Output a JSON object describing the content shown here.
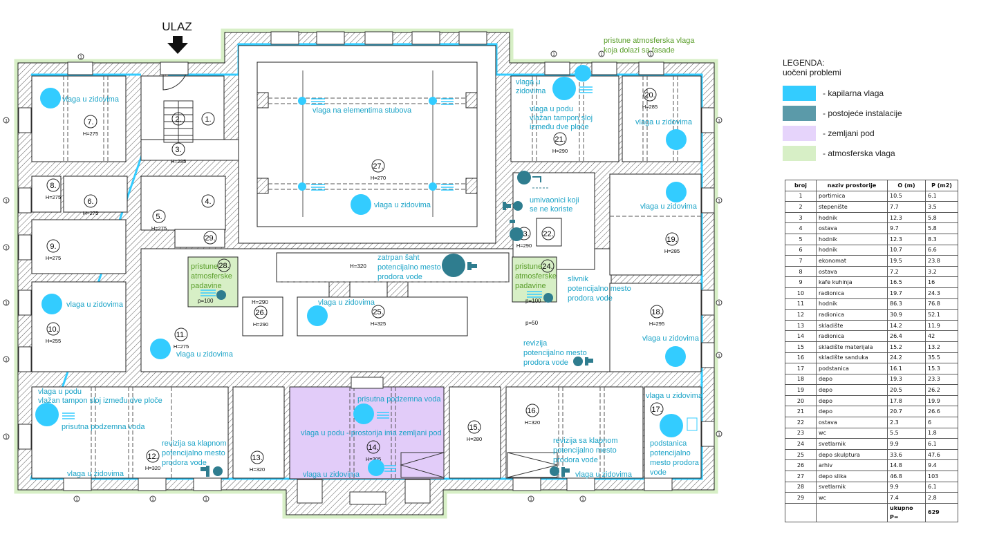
{
  "entrance_label": "ULAZ",
  "legend": {
    "title": "LEGENDA:",
    "subtitle": "uočeni problemi",
    "items": [
      {
        "label": "- kapilarna vlaga",
        "color": "#33ccff"
      },
      {
        "label": "- postojeće instalacije",
        "color": "#5b9aa9"
      },
      {
        "label": "- zemljani pod",
        "color": "#e6d4fb"
      },
      {
        "label": "- atmosferska vlaga",
        "color": "#d7efc6"
      }
    ]
  },
  "colors": {
    "capillary": "#33ccff",
    "installations": "#2f7d8f",
    "earth_floor": "#e2ccf9",
    "atmospheric": "#d7efc6",
    "annotation_blue": "#1aa3c7",
    "annotation_green": "#5a9e2a",
    "wall": "#222222"
  },
  "table": {
    "headers": [
      "broj",
      "naziv prostorije",
      "O (m)",
      "P (m2)"
    ],
    "rows": [
      [
        "1",
        "portirnica",
        "10.5",
        "6.1"
      ],
      [
        "2",
        "stepenište",
        "7.7",
        "3.5"
      ],
      [
        "3",
        "hodnik",
        "12.3",
        "5.8"
      ],
      [
        "4",
        "ostava",
        "9.7",
        "5.8"
      ],
      [
        "5",
        "hodnik",
        "12.3",
        "8.3"
      ],
      [
        "6",
        "hodnik",
        "10.7",
        "6.6"
      ],
      [
        "7",
        "ekonomat",
        "19.5",
        "23.8"
      ],
      [
        "8",
        "ostava",
        "7.2",
        "3.2"
      ],
      [
        "9",
        "kafe kuhinja",
        "16.5",
        "16"
      ],
      [
        "10",
        "radionica",
        "19.7",
        "24.3"
      ],
      [
        "11",
        "hodnik",
        "86.3",
        "76.8"
      ],
      [
        "12",
        "radionica",
        "30.9",
        "52.1"
      ],
      [
        "13",
        "skladište",
        "14.2",
        "11.9"
      ],
      [
        "14",
        "radionica",
        "26.4",
        "42"
      ],
      [
        "15",
        "skladište materijala",
        "15.2",
        "13.2"
      ],
      [
        "16",
        "skladište sanduka",
        "24.2",
        "35.5"
      ],
      [
        "17",
        "podstanica",
        "16.1",
        "15.3"
      ],
      [
        "18",
        "depo",
        "19.3",
        "23.3"
      ],
      [
        "19",
        "depo",
        "20.5",
        "26.2"
      ],
      [
        "20",
        "depo",
        "17.8",
        "19.9"
      ],
      [
        "21",
        "depo",
        "20.7",
        "26.6"
      ],
      [
        "22",
        "ostava",
        "2.3",
        "6"
      ],
      [
        "23",
        "wc",
        "5.5",
        "1.8"
      ],
      [
        "24",
        "svetlarnik",
        "9.9",
        "6.1"
      ],
      [
        "25",
        "depo skulptura",
        "33.6",
        "47.6"
      ],
      [
        "26",
        "arhiv",
        "14.8",
        "9.4"
      ],
      [
        "27",
        "depo slika",
        "46.8",
        "103"
      ],
      [
        "28",
        "svetlarnik",
        "9.9",
        "6.1"
      ],
      [
        "29",
        "wc",
        "7.4",
        "2.8"
      ]
    ],
    "total_label": "ukupno P=",
    "total_value": "629"
  },
  "rooms": [
    {
      "num": "1.",
      "h": ""
    },
    {
      "num": "2.",
      "h": ""
    },
    {
      "num": "3.",
      "h": "H=285"
    },
    {
      "num": "4.",
      "h": ""
    },
    {
      "num": "5.",
      "h": "H=275"
    },
    {
      "num": "6.",
      "h": "H=275"
    },
    {
      "num": "7.",
      "h": "H=275"
    },
    {
      "num": "8.",
      "h": "H=275"
    },
    {
      "num": "9.",
      "h": "H=275"
    },
    {
      "num": "10.",
      "h": "H=255"
    },
    {
      "num": "11.",
      "h": "H=275"
    },
    {
      "num": "12.",
      "h": "H=320"
    },
    {
      "num": "13.",
      "h": "H=320"
    },
    {
      "num": "14.",
      "h": "H=305"
    },
    {
      "num": "15.",
      "h": "H=280"
    },
    {
      "num": "16.",
      "h": "H=320"
    },
    {
      "num": "17.",
      "h": ""
    },
    {
      "num": "18.",
      "h": "H=295"
    },
    {
      "num": "19.",
      "h": "H=285"
    },
    {
      "num": "20.",
      "h": "H=285"
    },
    {
      "num": "21.",
      "h": "H=290"
    },
    {
      "num": "22.",
      "h": ""
    },
    {
      "num": "23.",
      "h": "H=290"
    },
    {
      "num": "24.",
      "h": ""
    },
    {
      "num": "25.",
      "h": "H=325"
    },
    {
      "num": "26.",
      "h": "H=290"
    },
    {
      "num": "27.",
      "h": "H=270"
    },
    {
      "num": "28.",
      "h": ""
    },
    {
      "num": "29.",
      "h": ""
    }
  ],
  "annotations": {
    "vlaga_u_zidovima": "vlaga u zidovima",
    "vlaga_na_stubovima": "vlaga na elementima stubova",
    "fasada_line1": "pristune atmosferska vlaga",
    "fasada_line2": "koja dolazi sa fasade",
    "vlaga_u": "vlaga u",
    "zidovima": "zidovima",
    "vlaga_u_podu": "vlaga u podu",
    "tampon_21a": "vlažan tampon sloj",
    "tampon_21b": "između dve ploče",
    "tampon_12": "vlažan tampon sloj između dve ploče",
    "podzemna_voda": "prisutna podzemna voda",
    "umivaonici_1": "umivaonici koji",
    "umivaonici_2": "se ne koriste",
    "padavine_1": "pristune",
    "padavine_2": "atmosferske",
    "padavine_3": "padavine",
    "p100": "p=100",
    "p50": "p=50",
    "saht_1": "zatrpan šaht",
    "saht_2": "potencijalno mesto",
    "saht_3": "prodora vode",
    "slivnik": "slivnik",
    "revizija": "revizija",
    "revizija_klapna": "revizija sa klapnom",
    "potencijalno_mesto": "potencijalno mesto",
    "prodora_vode": "prodora vode",
    "zemljani_pod": "vlaga u podu - prostorija ima zemljani pod",
    "podstanica_1": "podstanica",
    "podstanica_2": "potencijalno",
    "podstanica_3": "mesto prodora",
    "podstanica_4": "vode",
    "h320": "H=320",
    "h290": "H=290",
    "window_tag": "1"
  }
}
